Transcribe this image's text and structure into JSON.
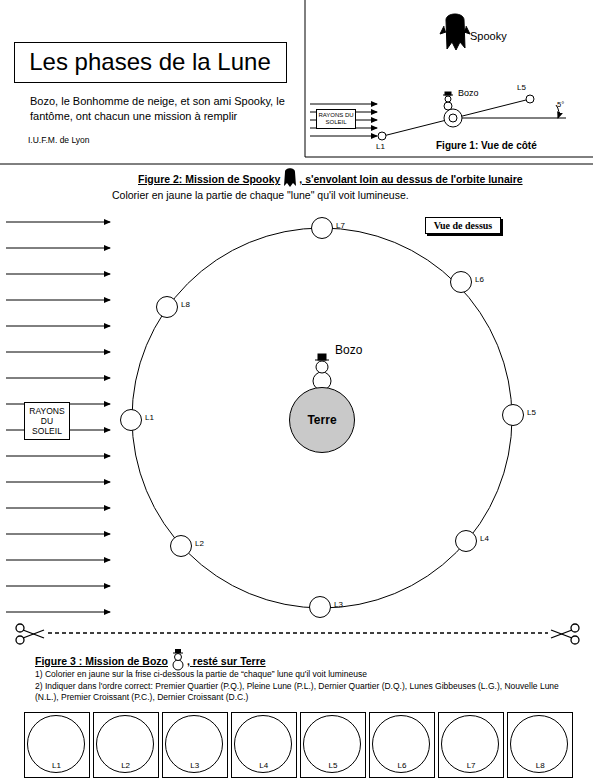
{
  "diagram": {
    "title": "Les phases de la Lune",
    "nodes": [
      {
        "text": [
          "Les phases de la Lune"
        ]
      },
      {
        "text": [
          "RAYONS DU SOLEIL"
        ]
      },
      {
        "text": [
          "Vue de dessus"
        ]
      },
      {
        "text": [
          "RAYONS DU SOLEIL"
        ]
      },
      {
        "text": [
          "Terre"
        ]
      },
      {
        "text": [
          "L1"
        ]
      },
      {
        "text": [
          "L2"
        ]
      },
      {
        "text": [
          "L3"
        ]
      },
      {
        "text": [
          "L4"
        ]
      },
      {
        "text": [
          "L5"
        ]
      },
      {
        "text": [
          "L6"
        ]
      },
      {
        "text": [
          "L7"
        ]
      },
      {
        "text": [
          "L8"
        ]
      },
      {
        "text": [
          "L1"
        ]
      },
      {
        "text": [
          "L2"
        ]
      },
      {
        "text": [
          "L3"
        ]
      },
      {
        "text": [
          "L4"
        ]
      },
      {
        "text": [
          "L5"
        ]
      },
      {
        "text": [
          "L6"
        ]
      },
      {
        "text": [
          "L7"
        ]
      },
      {
        "text": [
          "L8"
        ]
      }
    ],
    "labels": [
      "Bozo, le Bonhomme de neige, et son ami Spooky, le fantôme, ont chacun une mission à remplir",
      "I.U.F.M. de Lyon",
      "Spooky",
      "Bozo",
      "L5",
      "L1",
      "5°",
      "Figure 1: Vue de côté",
      "Figure 2: Mission de Spooky",
      ", s'envolant loin au dessus de l'orbite lunaire",
      "Colorier en jaune la partie de chaque \"lune\" qu'il voit lumineuse.",
      "Bozo",
      "Figure 3 : Mission de Bozo",
      ", resté sur Terre",
      "1) Colorier en jaune sur la frise ci-dessous la partie de “chaque” lune qu'il voit lumineuse",
      "2) Indiquer dans l'ordre correct: Premier Quartier (P.Q.), Pleine Lune (P.L.), Dernier Quartier (D.Q.), Lunes Gibbeuses (L.G.), Nouvelle Lune (N.L.), Premier Croissant (P.C.), Dernier Croissant (D.C.)"
    ]
  }
}
